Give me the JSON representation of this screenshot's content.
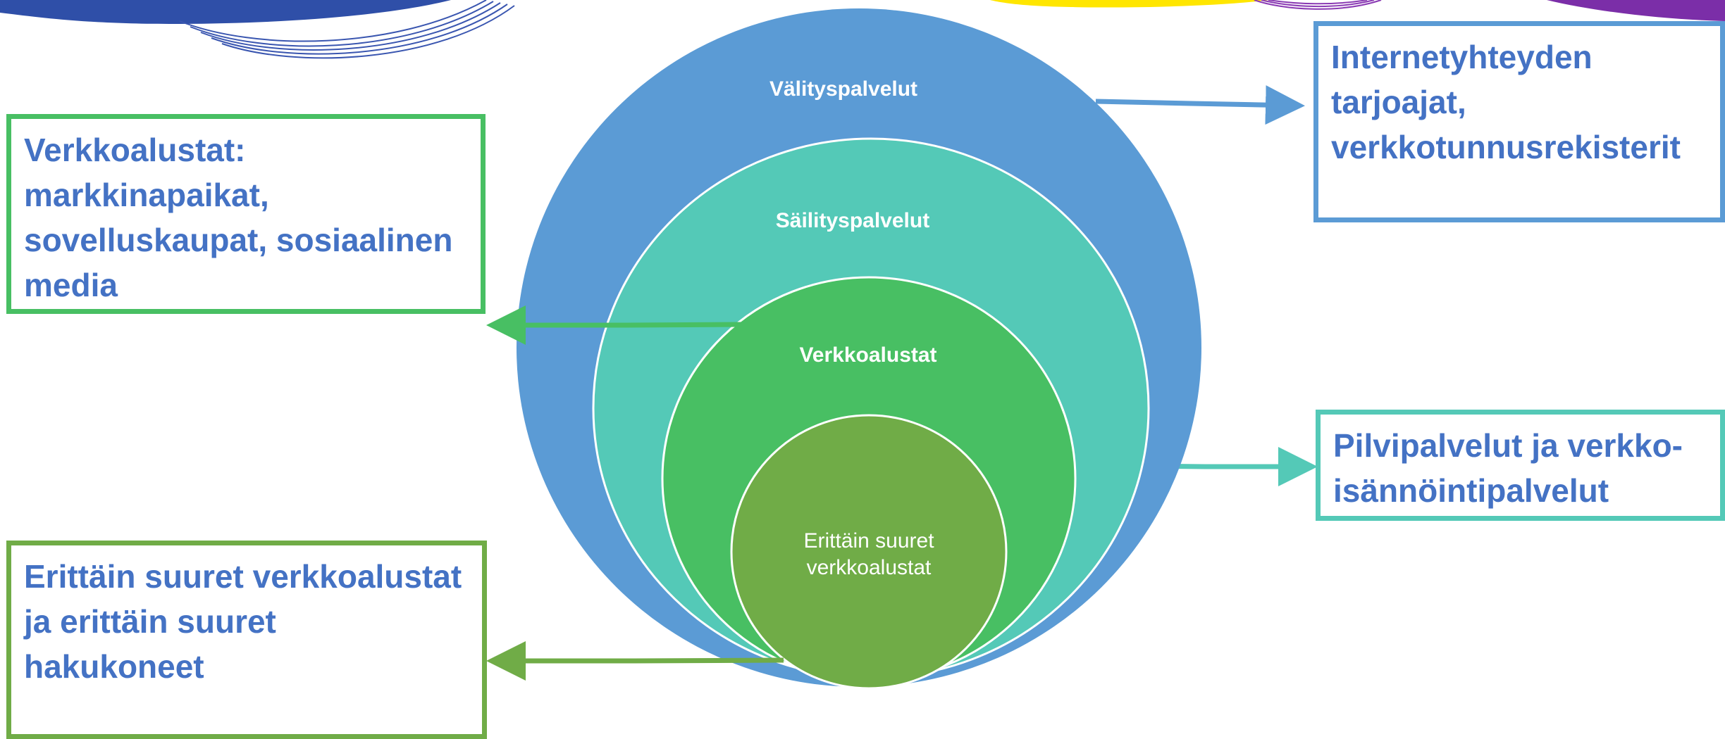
{
  "colors": {
    "outer_ring": "#5b9bd5",
    "second_ring": "#54c9b7",
    "third_ring": "#48bf63",
    "inner_circle": "#70ac47",
    "callout_text": "#4472c4",
    "banner_blue": "#2f4fa8",
    "banner_yellow": "#ffe600",
    "banner_purple": "#7b2ea8"
  },
  "rings": {
    "outer": {
      "label": "Välityspalvelut"
    },
    "second": {
      "label": "Säilityspalvelut"
    },
    "third": {
      "label": "Verkkoalustat"
    },
    "inner": {
      "label_lines": [
        "Erittäin suuret",
        "verkkoalustat"
      ]
    }
  },
  "callouts": {
    "internet": {
      "lines": [
        "Internetyhteyden",
        "tarjoajat,",
        "verkkotunnusrekisterit"
      ]
    },
    "platforms": {
      "lines": [
        "Verkkoalustat:",
        "markkinapaikat,",
        "sovelluskaupat, sosiaalinen",
        "media"
      ]
    },
    "cloud": {
      "lines": [
        "Pilvipalvelut ja verkko-",
        "isännöintipalvelut"
      ]
    },
    "very_large": {
      "lines": [
        "Erittäin suuret verkkoalustat",
        "ja erittäin suuret",
        "hakukoneet"
      ]
    }
  }
}
